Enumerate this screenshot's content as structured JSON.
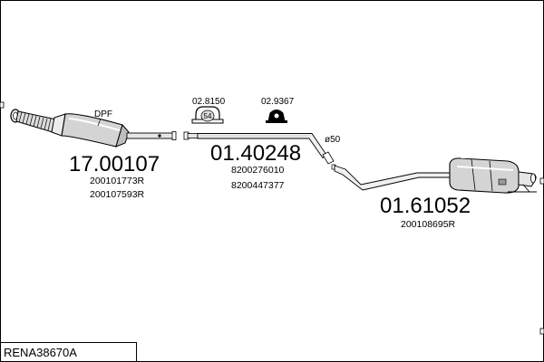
{
  "parts": {
    "dpf": {
      "label": "DPF",
      "part_number": "17.00107",
      "refs": [
        "200101773R",
        "200107593R"
      ]
    },
    "middle_pipe": {
      "part_number": "01.40248",
      "refs": [
        "8200276010",
        "8200447377"
      ],
      "diameter_label": "ø50"
    },
    "rear_silencer": {
      "part_number": "01.61052",
      "refs": [
        "200108695R"
      ]
    }
  },
  "accessories": {
    "clamp": {
      "part_number": "02.8150",
      "size_label": "54"
    },
    "mount": {
      "part_number": "02.9367"
    }
  },
  "footer": {
    "kit_code": "RENA38670A"
  }
}
